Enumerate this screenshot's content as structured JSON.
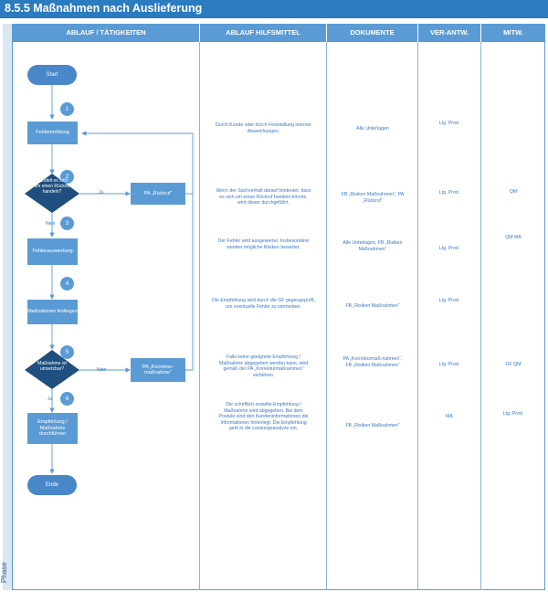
{
  "title": "8.5.5 Maßnahmen nach Auslieferung",
  "phase": "Phase",
  "headers": [
    "ABLAUF / TÄTIGKEITEN",
    "ABLAUF HILFSMITTEL",
    "DOKUMENTE",
    "VER-ANTW.",
    "MITW."
  ],
  "flow": {
    "start": "Start",
    "end": "Ende",
    "steps": [
      "Fehlermeldung",
      "Fehlerauswertung",
      "Maßnahmen festlegen",
      "Empfehlung / Maßnahme durchführen"
    ],
    "decisions": [
      "Handelt es sich um einen Rückruf handeln?",
      "Maßnahme ist umsetzbar?"
    ],
    "numbers": [
      "1",
      "2",
      "3",
      "4",
      "5",
      "6"
    ],
    "aux": [
      "PA „Rückruf“",
      "PA „Korrektur-maßnahme“"
    ],
    "labels": {
      "ja1": "Ja",
      "nein1": "Nein",
      "nein2": "Nein",
      "ja2": "Ja"
    }
  },
  "hilfsmittel": [
    "Durch Kunde oder durch Feststellung interner Abweichungen.",
    "Wenn der Sachverhalt darauf hindeutet, dass es sich um einen Rückruf handeln könnte, wird dieser durchgeführt.",
    "Der Fehler wird ausgewertet. Insbesondere werden mögliche Risiken bewertet.",
    "Die Empfehlung wird durch die GF gegengeprüft, um eventuelle Fehler zu vermeiden.",
    "Falls keine geeignete Empfehlung / Maßnahme abgegeben werden kann, wird gemäß der PA „Korrekturmaßnahmen“ verfahren.",
    "Die schriftlich erstellte Empfehlung / Maßnahme wird abgegeben. Bei dem Produkt sind den Kundeninformationen die Informationen hinterlegt. Die Empfehlung geht in die Leistungsanalyse ein."
  ],
  "dokumente": [
    "Alle Unterlagen",
    "FB „Risiken Maßnahmen“, PA „Rückruf“",
    "Alle Unterlagen, FB „Risiken Maßnahmen“",
    "FB „Risiken Maßnahmen“",
    "PA „Korrekturmaß-nahmen“, FB „Risiken Maßnahmen“",
    "FB „Risiken Maßnahmen“"
  ],
  "verantw": [
    "Ltg. Prod.",
    "Ltg. Prod.",
    "Ltg. Prod.",
    "Ltg. Prod.",
    "Ltg. Prod.",
    "MA"
  ],
  "mitw": [
    "QM",
    "QM MA",
    "GF QM",
    "Ltg. Prod."
  ],
  "colors": {
    "accent": "#2a7bbf",
    "shape": "#5b9bd5",
    "text": "#3a78c3"
  }
}
